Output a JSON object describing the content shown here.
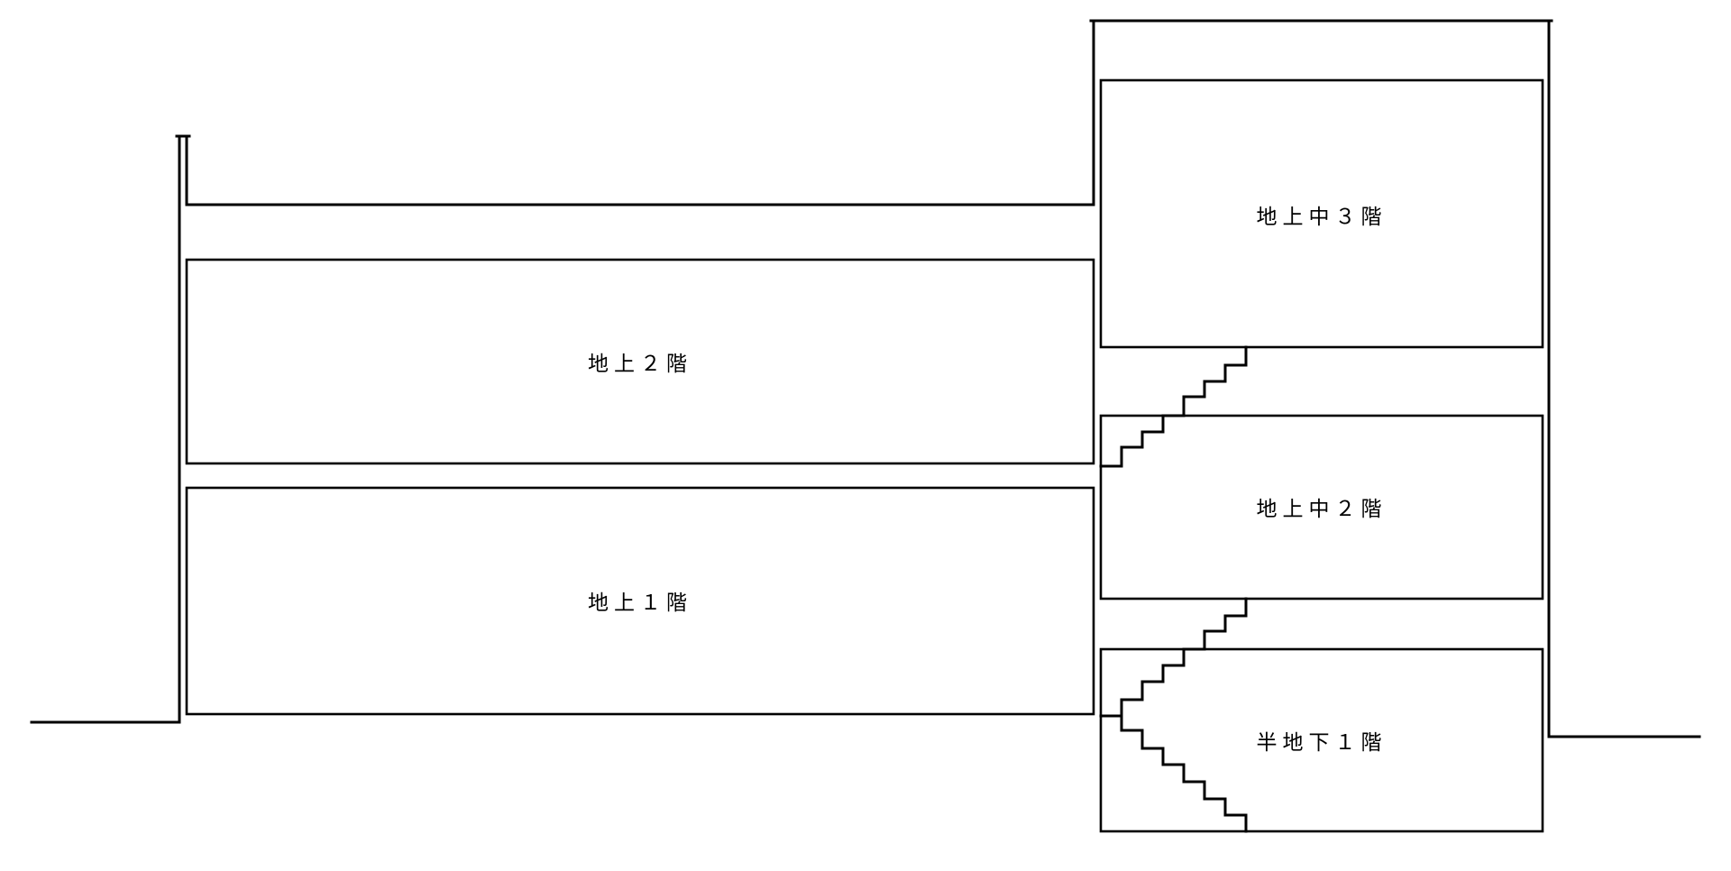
{
  "floors": {
    "ground_2": "地上２階",
    "ground_1": "地上１階",
    "mezzanine_3": "地上中３階",
    "mezzanine_2": "地上中２階",
    "semi_basement_1": "半地下１階"
  },
  "colors": {
    "line": "#000000",
    "background": "#ffffff"
  }
}
